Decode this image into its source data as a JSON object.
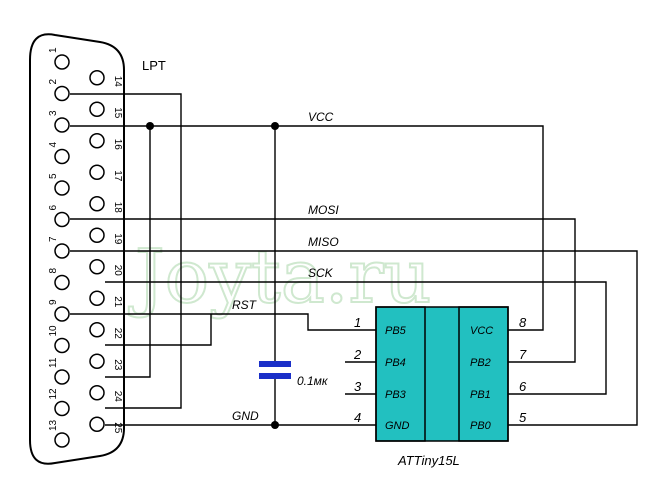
{
  "watermark": "Joyta.ru",
  "connector": {
    "label": "LPT",
    "top_pins": [
      "1",
      "2",
      "3",
      "4",
      "5",
      "6",
      "7",
      "8",
      "9",
      "10",
      "11",
      "12",
      "13"
    ],
    "bottom_pins": [
      "14",
      "15",
      "16",
      "17",
      "18",
      "19",
      "20",
      "21",
      "22",
      "23",
      "24",
      "25"
    ]
  },
  "nets": {
    "vcc": "VCC",
    "mosi": "MOSI",
    "miso": "MISO",
    "sck": "SCK",
    "rst": "RST",
    "gnd": "GND"
  },
  "capacitor": {
    "value": "0.1мк"
  },
  "chip": {
    "name": "ATTiny15L",
    "left_pins": [
      {
        "num": "1",
        "name": "PB5"
      },
      {
        "num": "2",
        "name": "PB4"
      },
      {
        "num": "3",
        "name": "PB3"
      },
      {
        "num": "4",
        "name": "GND"
      }
    ],
    "right_pins": [
      {
        "num": "8",
        "name": "VCC"
      },
      {
        "num": "7",
        "name": "PB2"
      },
      {
        "num": "6",
        "name": "PB1"
      },
      {
        "num": "5",
        "name": "PB0"
      }
    ]
  },
  "colors": {
    "ic_body": "#22c0c0",
    "capacitor": "#1a2fc8",
    "watermark": "#cfe8cf"
  }
}
